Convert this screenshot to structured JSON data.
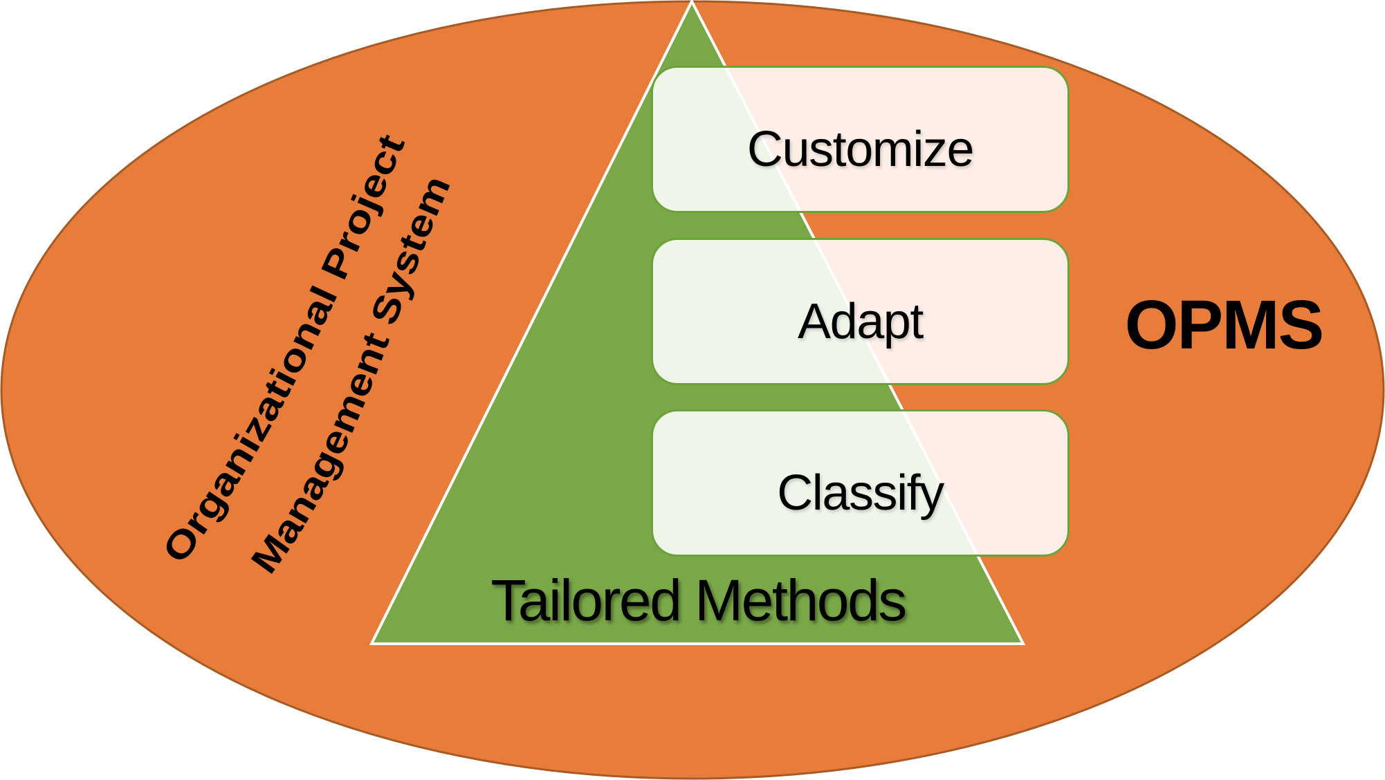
{
  "diagram": {
    "acronym": "OPMS",
    "outer_label": {
      "line1": "Organizational Project",
      "line2": "Management System"
    },
    "triangle_label": "Tailored Methods",
    "boxes": [
      {
        "label": "Customize"
      },
      {
        "label": "Adapt"
      },
      {
        "label": "Classify"
      }
    ],
    "colors": {
      "ellipse-fill": "#E87D3B",
      "ellipse-border": "#A65A24",
      "triangle-fill": "#7AA848",
      "triangle-border": "#FFFFFF",
      "box-fill": "rgba(255,255,255,0.88)",
      "box-border": "#6CA13C",
      "text": "#000000"
    }
  }
}
